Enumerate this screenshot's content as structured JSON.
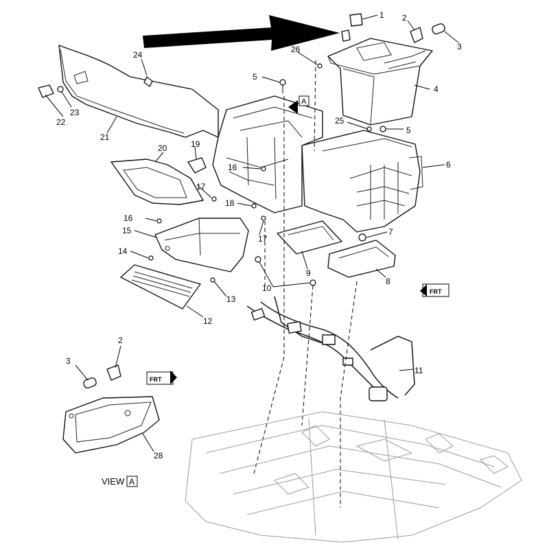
{
  "callouts": [
    {
      "id": "c1",
      "text": "1"
    },
    {
      "id": "c2a",
      "text": "2"
    },
    {
      "id": "c3a",
      "text": "3"
    },
    {
      "id": "c4",
      "text": "4"
    },
    {
      "id": "c5a",
      "text": "5"
    },
    {
      "id": "c5b",
      "text": "5"
    },
    {
      "id": "c6",
      "text": "6"
    },
    {
      "id": "c7",
      "text": "7"
    },
    {
      "id": "c8",
      "text": "8"
    },
    {
      "id": "c9",
      "text": "9"
    },
    {
      "id": "c10",
      "text": "10"
    },
    {
      "id": "c11",
      "text": "11"
    },
    {
      "id": "c12",
      "text": "12"
    },
    {
      "id": "c13",
      "text": "13"
    },
    {
      "id": "c14",
      "text": "14"
    },
    {
      "id": "c15",
      "text": "15"
    },
    {
      "id": "c16a",
      "text": "16"
    },
    {
      "id": "c16b",
      "text": "16"
    },
    {
      "id": "c17a",
      "text": "17"
    },
    {
      "id": "c17b",
      "text": "17"
    },
    {
      "id": "c18",
      "text": "18"
    },
    {
      "id": "c19",
      "text": "19"
    },
    {
      "id": "c20",
      "text": "20"
    },
    {
      "id": "c21",
      "text": "21"
    },
    {
      "id": "c22",
      "text": "22"
    },
    {
      "id": "c23",
      "text": "23"
    },
    {
      "id": "c24",
      "text": "24"
    },
    {
      "id": "c25",
      "text": "25"
    },
    {
      "id": "c26",
      "text": "26"
    },
    {
      "id": "c2b",
      "text": "2"
    },
    {
      "id": "c3b",
      "text": "3"
    },
    {
      "id": "c28",
      "text": "28"
    }
  ],
  "view_label": "VIEW",
  "view_marker": "A",
  "frt_label": "FRT"
}
